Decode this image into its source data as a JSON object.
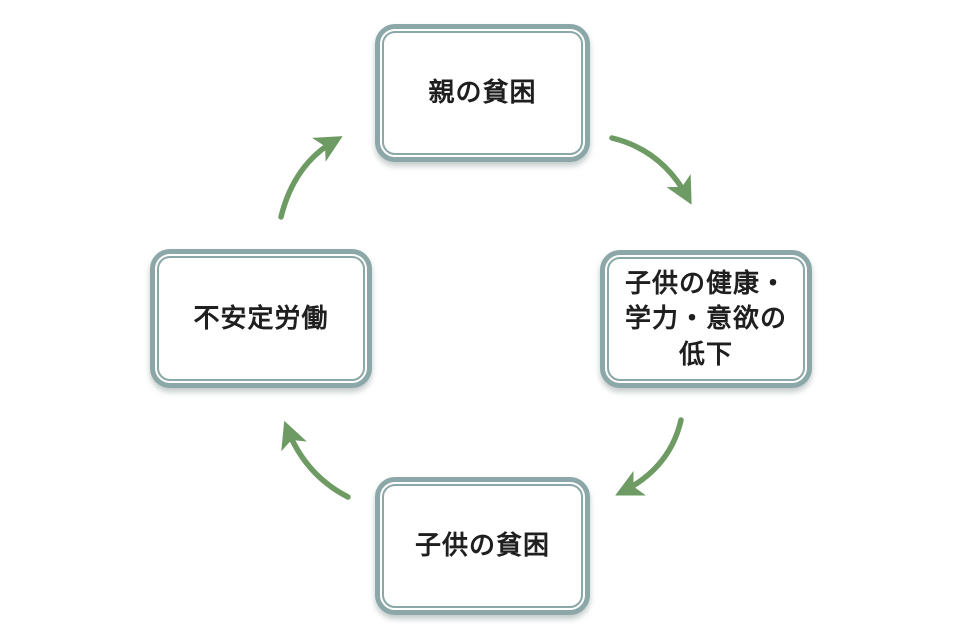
{
  "diagram": {
    "type": "cycle",
    "direction": "clockwise",
    "nodes": [
      {
        "id": "parent-poverty",
        "label": "親の貧困"
      },
      {
        "id": "child-decline",
        "label": "子供の健康・学力・意欲の低下",
        "lines": [
          "子供の健康・",
          "学力・意欲の",
          "低下"
        ]
      },
      {
        "id": "child-poverty",
        "label": "子供の貧困"
      },
      {
        "id": "unstable-labor",
        "label": "不安定労働"
      }
    ],
    "edges": [
      {
        "from": "parent-poverty",
        "to": "child-decline"
      },
      {
        "from": "child-decline",
        "to": "child-poverty"
      },
      {
        "from": "child-poverty",
        "to": "unstable-labor"
      },
      {
        "from": "unstable-labor",
        "to": "parent-poverty"
      }
    ],
    "colors": {
      "background": "#ffffff",
      "box_border": "#8ca7a7",
      "box_fill": "#ffffff",
      "arrow": "#6e9b63",
      "text": "#1f1f1f"
    }
  }
}
